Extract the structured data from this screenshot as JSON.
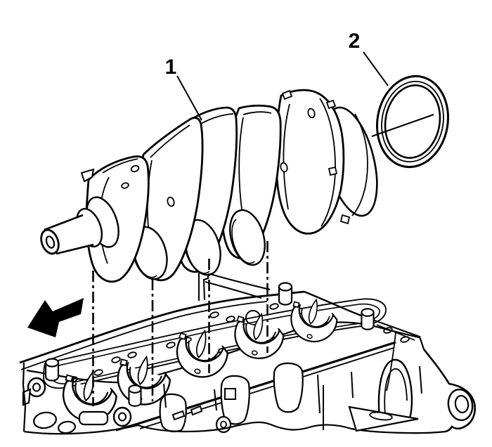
{
  "figure": {
    "type": "technical-illustration",
    "colors": {
      "ink": "#000000",
      "background": "#ffffff"
    },
    "callouts": [
      {
        "label": "1"
      },
      {
        "label": "2"
      }
    ]
  }
}
